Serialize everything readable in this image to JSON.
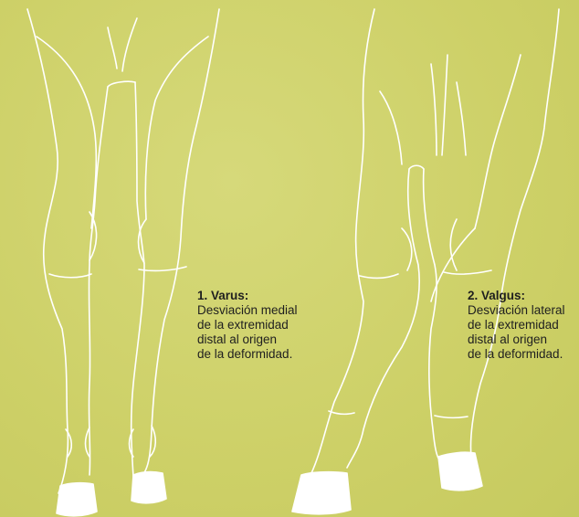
{
  "colors": {
    "background": "#cfd26a",
    "stroke": "#ffffff",
    "text": "#1f1f1f"
  },
  "varus": {
    "title": "1. Varus:",
    "lines": [
      "Desviación medial",
      "de la extremidad",
      "distal al origen",
      "de la deformidad."
    ]
  },
  "valgus": {
    "title": "2. Valgus:",
    "lines": [
      "Desviación lateral",
      "de la extremidad",
      "distal al origen",
      "de la deformidad."
    ]
  }
}
